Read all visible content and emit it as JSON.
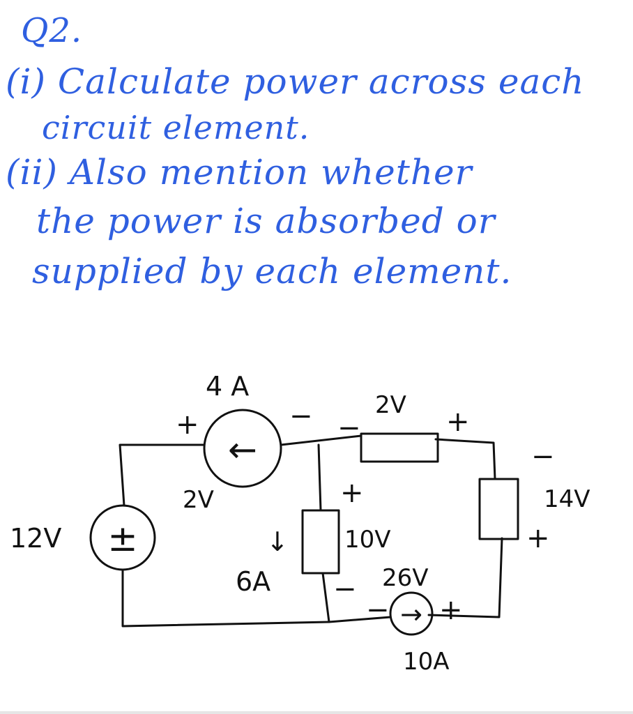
{
  "question": {
    "title": "Q2.",
    "line1": "(i) Calculate power across each",
    "line2": "circuit element.",
    "line3": "(ii) Also mention whether",
    "line4": "the power is absorbed or",
    "line5": "supplied by each element."
  },
  "circuit": {
    "source_12v_label": "12V",
    "source_12v_symbol": "±",
    "current_source_top_label": "4 A",
    "current_source_top_voltage": "2V",
    "resistor_top_voltage": "2V",
    "resistor_right_voltage": "14V",
    "resistor_middle_voltage": "10V",
    "current_down_label": "6A",
    "current_down_arrow": "↓",
    "current_source_bottom_voltage": "26V",
    "current_source_bottom_label": "10A",
    "arrow_left": "←",
    "arrow_right": "→",
    "plus": "+",
    "minus": "−"
  }
}
